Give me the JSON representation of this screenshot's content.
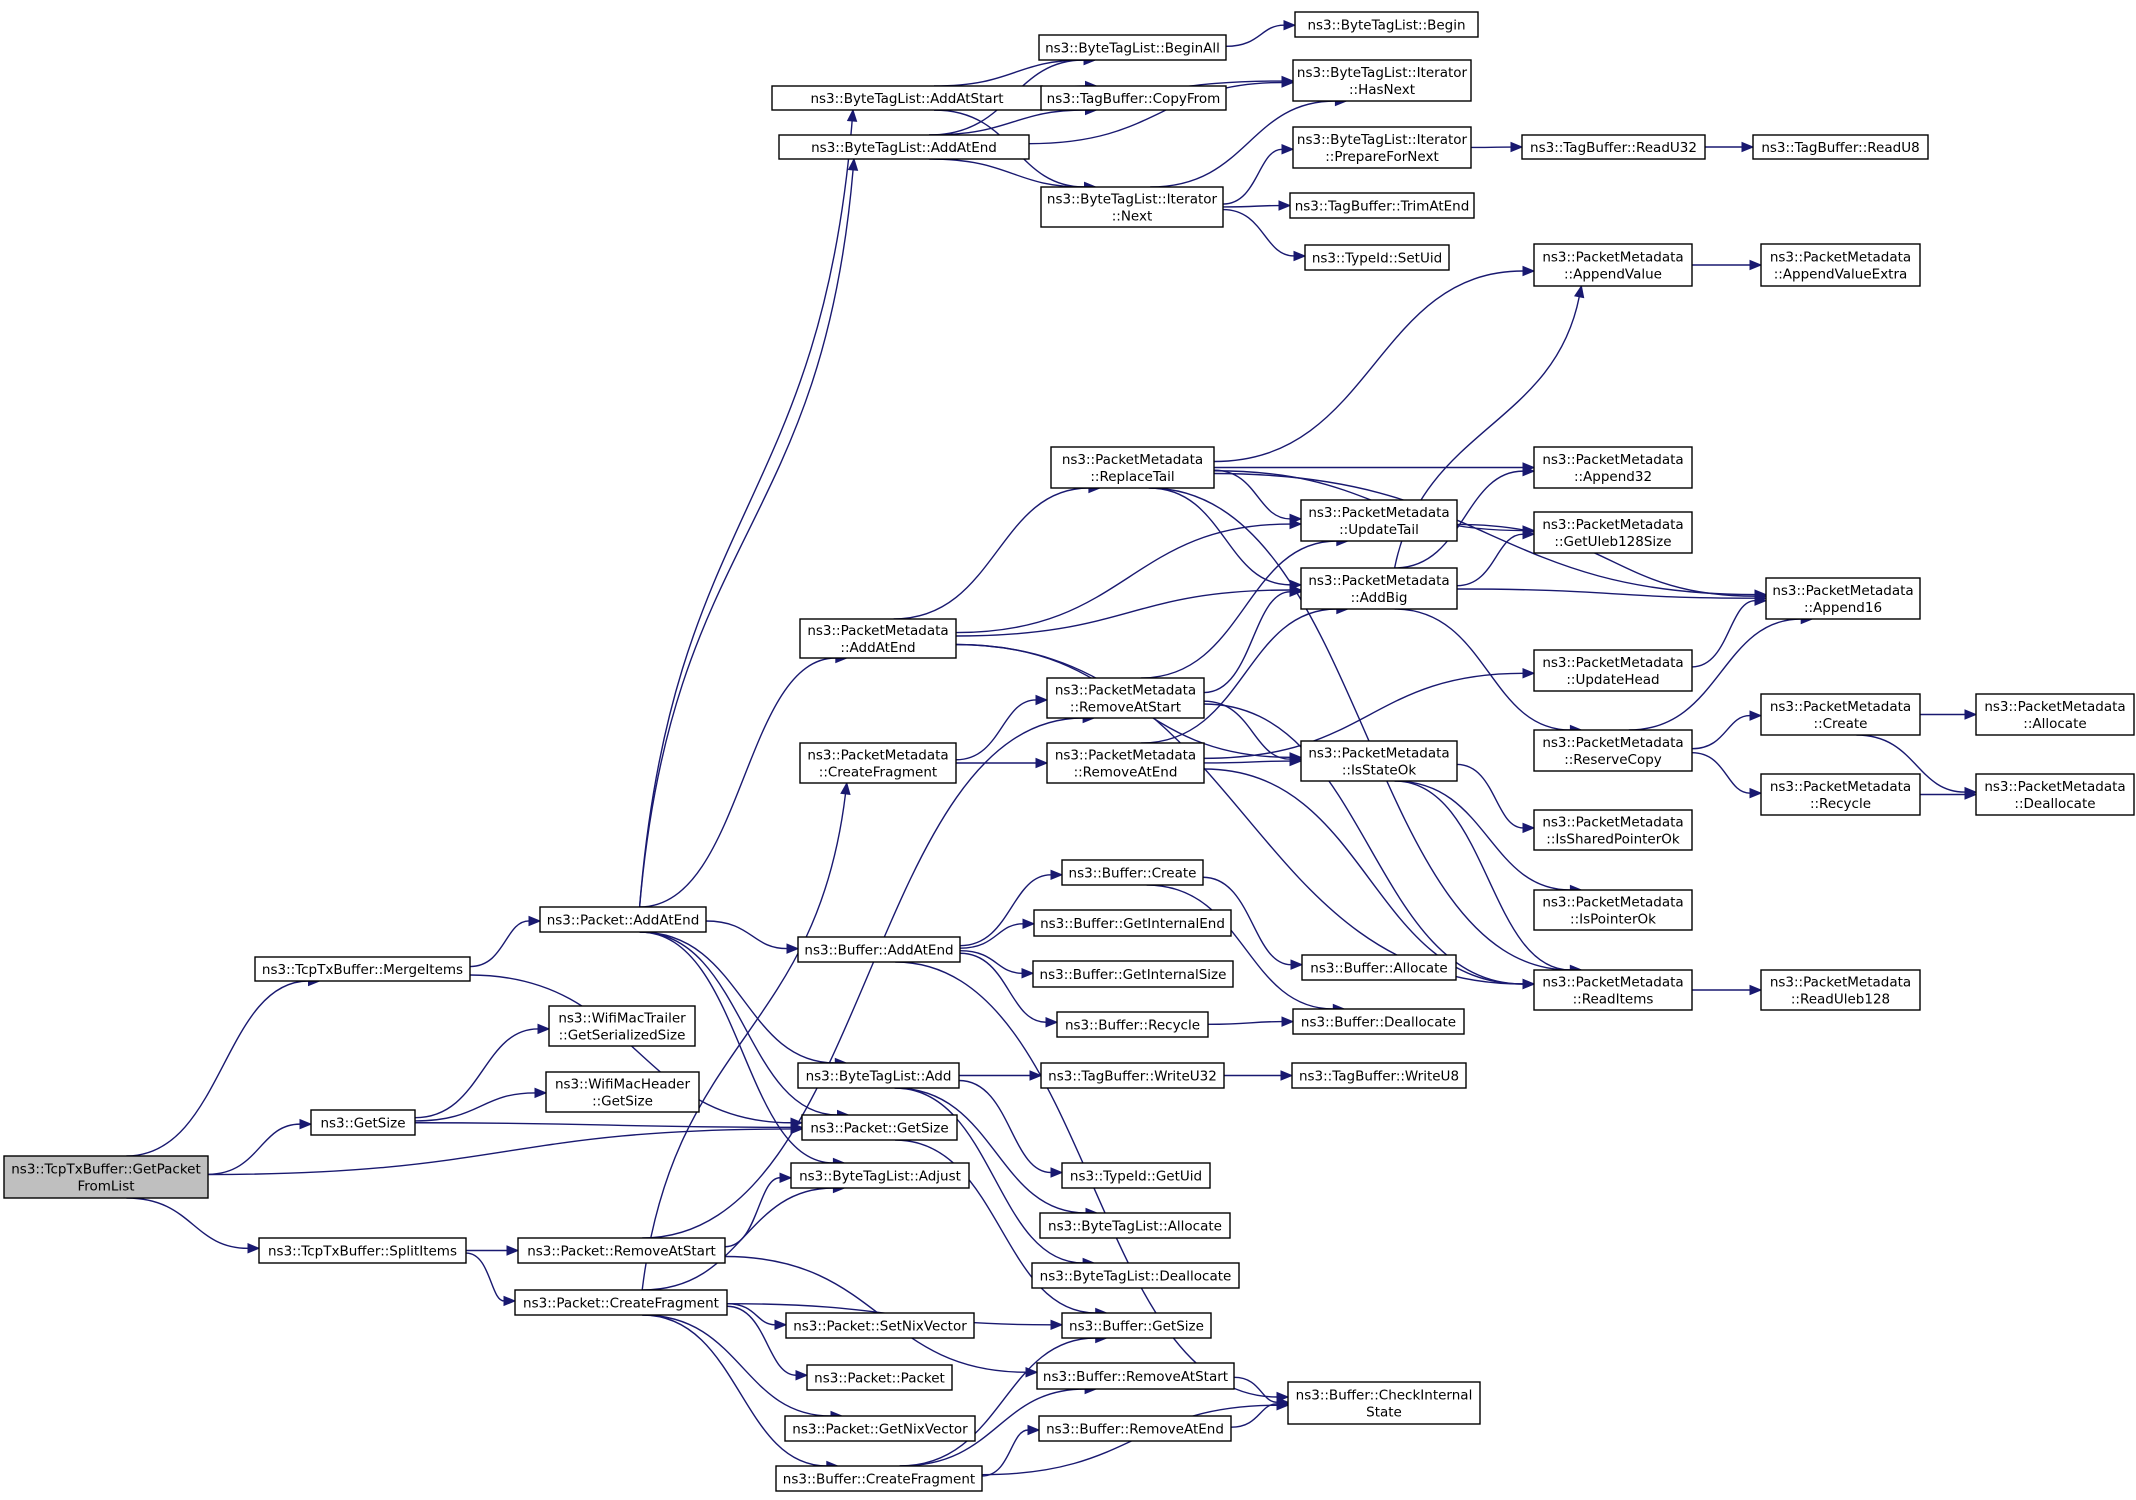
{
  "graph": {
    "title": "Call graph of ns3::TcpTxBuffer::GetPacketFromList",
    "edge_color": "#191970",
    "root_fill": "#bfbfbf",
    "node_fill": "#ffffff",
    "root": "GetPacketFromList",
    "nodes": [
      {
        "id": "GetPacketFromList",
        "lines": [
          "ns3::TcpTxBuffer::GetPacket",
          "FromList"
        ]
      },
      {
        "id": "MergeItems",
        "lines": [
          "ns3::TcpTxBuffer::MergeItems"
        ]
      },
      {
        "id": "nsGetSize",
        "lines": [
          "ns3::GetSize"
        ]
      },
      {
        "id": "SplitItems",
        "lines": [
          "ns3::TcpTxBuffer::SplitItems"
        ]
      },
      {
        "id": "PacketAddAtEnd",
        "lines": [
          "ns3::Packet::AddAtEnd"
        ]
      },
      {
        "id": "WifiMacTrailerGetSerializedSize",
        "lines": [
          "ns3::WifiMacTrailer",
          "::GetSerializedSize"
        ]
      },
      {
        "id": "WifiMacHeaderGetSize",
        "lines": [
          "ns3::WifiMacHeader",
          "::GetSize"
        ]
      },
      {
        "id": "PacketRemoveAtStart",
        "lines": [
          "ns3::Packet::RemoveAtStart"
        ]
      },
      {
        "id": "PacketCreateFragment",
        "lines": [
          "ns3::Packet::CreateFragment"
        ]
      },
      {
        "id": "BTLAddAtStart",
        "lines": [
          "ns3::ByteTagList::AddAtStart"
        ]
      },
      {
        "id": "BTLAddAtEnd",
        "lines": [
          "ns3::ByteTagList::AddAtEnd"
        ]
      },
      {
        "id": "BTLBeginAll",
        "lines": [
          "ns3::ByteTagList::BeginAll"
        ]
      },
      {
        "id": "TBCopyFrom",
        "lines": [
          "ns3::TagBuffer::CopyFrom"
        ]
      },
      {
        "id": "BTLIterNext",
        "lines": [
          "ns3::ByteTagList::Iterator",
          "::Next"
        ]
      },
      {
        "id": "BTLBegin",
        "lines": [
          "ns3::ByteTagList::Begin"
        ]
      },
      {
        "id": "BTLIterHasNext",
        "lines": [
          "ns3::ByteTagList::Iterator",
          "::HasNext"
        ]
      },
      {
        "id": "BTLIterPrepareForNext",
        "lines": [
          "ns3::ByteTagList::Iterator",
          "::PrepareForNext"
        ]
      },
      {
        "id": "TBTrimAtEnd",
        "lines": [
          "ns3::TagBuffer::TrimAtEnd"
        ]
      },
      {
        "id": "TypeIdSetUid",
        "lines": [
          "ns3::TypeId::SetUid"
        ]
      },
      {
        "id": "TBReadU32",
        "lines": [
          "ns3::TagBuffer::ReadU32"
        ]
      },
      {
        "id": "TBReadU8",
        "lines": [
          "ns3::TagBuffer::ReadU8"
        ]
      },
      {
        "id": "PMAppendValue",
        "lines": [
          "ns3::PacketMetadata",
          "::AppendValue"
        ]
      },
      {
        "id": "PMAppendValueExtra",
        "lines": [
          "ns3::PacketMetadata",
          "::AppendValueExtra"
        ]
      },
      {
        "id": "PMReplaceTail",
        "lines": [
          "ns3::PacketMetadata",
          "::ReplaceTail"
        ]
      },
      {
        "id": "PMAppend32",
        "lines": [
          "ns3::PacketMetadata",
          "::Append32"
        ]
      },
      {
        "id": "PMUpdateTail",
        "lines": [
          "ns3::PacketMetadata",
          "::UpdateTail"
        ]
      },
      {
        "id": "PMGetUleb128Size",
        "lines": [
          "ns3::PacketMetadata",
          "::GetUleb128Size"
        ]
      },
      {
        "id": "PMAddBig",
        "lines": [
          "ns3::PacketMetadata",
          "::AddBig"
        ]
      },
      {
        "id": "PMAppend16",
        "lines": [
          "ns3::PacketMetadata",
          "::Append16"
        ]
      },
      {
        "id": "PMAddAtEnd",
        "lines": [
          "ns3::PacketMetadata",
          "::AddAtEnd"
        ]
      },
      {
        "id": "PMUpdateHead",
        "lines": [
          "ns3::PacketMetadata",
          "::UpdateHead"
        ]
      },
      {
        "id": "PMRemoveAtStart",
        "lines": [
          "ns3::PacketMetadata",
          "::RemoveAtStart"
        ]
      },
      {
        "id": "PMReserveCopy",
        "lines": [
          "ns3::PacketMetadata",
          "::ReserveCopy"
        ]
      },
      {
        "id": "PMCreate",
        "lines": [
          "ns3::PacketMetadata",
          "::Create"
        ]
      },
      {
        "id": "PMAllocate",
        "lines": [
          "ns3::PacketMetadata",
          "::Allocate"
        ]
      },
      {
        "id": "PMCreateFragment",
        "lines": [
          "ns3::PacketMetadata",
          "::CreateFragment"
        ]
      },
      {
        "id": "PMRemoveAtEnd",
        "lines": [
          "ns3::PacketMetadata",
          "::RemoveAtEnd"
        ]
      },
      {
        "id": "PMIsStateOk",
        "lines": [
          "ns3::PacketMetadata",
          "::IsStateOk"
        ]
      },
      {
        "id": "PMRecycle",
        "lines": [
          "ns3::PacketMetadata",
          "::Recycle"
        ]
      },
      {
        "id": "PMDeallocate",
        "lines": [
          "ns3::PacketMetadata",
          "::Deallocate"
        ]
      },
      {
        "id": "PMIsSharedPointerOk",
        "lines": [
          "ns3::PacketMetadata",
          "::IsSharedPointerOk"
        ]
      },
      {
        "id": "PMIsPointerOk",
        "lines": [
          "ns3::PacketMetadata",
          "::IsPointerOk"
        ]
      },
      {
        "id": "PMReadItems",
        "lines": [
          "ns3::PacketMetadata",
          "::ReadItems"
        ]
      },
      {
        "id": "PMReadUleb128",
        "lines": [
          "ns3::PacketMetadata",
          "::ReadUleb128"
        ]
      },
      {
        "id": "BufCreate",
        "lines": [
          "ns3::Buffer::Create"
        ]
      },
      {
        "id": "BufAddAtEnd",
        "lines": [
          "ns3::Buffer::AddAtEnd"
        ]
      },
      {
        "id": "BufGetInternalEnd",
        "lines": [
          "ns3::Buffer::GetInternalEnd"
        ]
      },
      {
        "id": "BufGetInternalSize",
        "lines": [
          "ns3::Buffer::GetInternalSize"
        ]
      },
      {
        "id": "BufAllocate",
        "lines": [
          "ns3::Buffer::Allocate"
        ]
      },
      {
        "id": "BufRecycle",
        "lines": [
          "ns3::Buffer::Recycle"
        ]
      },
      {
        "id": "BufDeallocate",
        "lines": [
          "ns3::Buffer::Deallocate"
        ]
      },
      {
        "id": "BTLAdd",
        "lines": [
          "ns3::ByteTagList::Add"
        ]
      },
      {
        "id": "TBWriteU32",
        "lines": [
          "ns3::TagBuffer::WriteU32"
        ]
      },
      {
        "id": "TBWriteU8",
        "lines": [
          "ns3::TagBuffer::WriteU8"
        ]
      },
      {
        "id": "PacketGetSize",
        "lines": [
          "ns3::Packet::GetSize"
        ]
      },
      {
        "id": "BTLAdjust",
        "lines": [
          "ns3::ByteTagList::Adjust"
        ]
      },
      {
        "id": "TypeIdGetUid",
        "lines": [
          "ns3::TypeId::GetUid"
        ]
      },
      {
        "id": "BTLAllocate",
        "lines": [
          "ns3::ByteTagList::Allocate"
        ]
      },
      {
        "id": "BTLDeallocate",
        "lines": [
          "ns3::ByteTagList::Deallocate"
        ]
      },
      {
        "id": "PacketSetNixVector",
        "lines": [
          "ns3::Packet::SetNixVector"
        ]
      },
      {
        "id": "BufGetSize",
        "lines": [
          "ns3::Buffer::GetSize"
        ]
      },
      {
        "id": "PacketPacket",
        "lines": [
          "ns3::Packet::Packet"
        ]
      },
      {
        "id": "BufRemoveAtStart",
        "lines": [
          "ns3::Buffer::RemoveAtStart"
        ]
      },
      {
        "id": "BufCheckInternalState",
        "lines": [
          "ns3::Buffer::CheckInternal",
          "State"
        ]
      },
      {
        "id": "PacketGetNixVector",
        "lines": [
          "ns3::Packet::GetNixVector"
        ]
      },
      {
        "id": "BufRemoveAtEnd",
        "lines": [
          "ns3::Buffer::RemoveAtEnd"
        ]
      },
      {
        "id": "BufCreateFragment",
        "lines": [
          "ns3::Buffer::CreateFragment"
        ]
      }
    ],
    "edges": [
      [
        "GetPacketFromList",
        "MergeItems"
      ],
      [
        "GetPacketFromList",
        "nsGetSize"
      ],
      [
        "GetPacketFromList",
        "PacketGetSize"
      ],
      [
        "GetPacketFromList",
        "SplitItems"
      ],
      [
        "MergeItems",
        "PacketAddAtEnd"
      ],
      [
        "MergeItems",
        "PacketGetSize"
      ],
      [
        "nsGetSize",
        "WifiMacTrailerGetSerializedSize"
      ],
      [
        "nsGetSize",
        "WifiMacHeaderGetSize"
      ],
      [
        "nsGetSize",
        "PacketGetSize"
      ],
      [
        "SplitItems",
        "PacketRemoveAtStart"
      ],
      [
        "SplitItems",
        "PacketCreateFragment"
      ],
      [
        "PacketAddAtEnd",
        "BTLAddAtStart"
      ],
      [
        "PacketAddAtEnd",
        "BTLAddAtEnd"
      ],
      [
        "PacketAddAtEnd",
        "PMAddAtEnd"
      ],
      [
        "PacketAddAtEnd",
        "BufAddAtEnd"
      ],
      [
        "PacketAddAtEnd",
        "BTLAdd"
      ],
      [
        "PacketAddAtEnd",
        "PacketGetSize"
      ],
      [
        "PacketAddAtEnd",
        "BTLAdjust"
      ],
      [
        "BTLAddAtStart",
        "BTLBeginAll"
      ],
      [
        "BTLAddAtStart",
        "TBCopyFrom"
      ],
      [
        "BTLAddAtStart",
        "BTLIterHasNext"
      ],
      [
        "BTLAddAtStart",
        "BTLIterNext"
      ],
      [
        "BTLAddAtEnd",
        "BTLBeginAll"
      ],
      [
        "BTLAddAtEnd",
        "TBCopyFrom"
      ],
      [
        "BTLAddAtEnd",
        "BTLIterHasNext"
      ],
      [
        "BTLAddAtEnd",
        "BTLIterNext"
      ],
      [
        "BTLBeginAll",
        "BTLBegin"
      ],
      [
        "BTLIterNext",
        "BTLIterHasNext"
      ],
      [
        "BTLIterNext",
        "BTLIterPrepareForNext"
      ],
      [
        "BTLIterNext",
        "TBTrimAtEnd"
      ],
      [
        "BTLIterNext",
        "TypeIdSetUid"
      ],
      [
        "BTLIterPrepareForNext",
        "TBReadU32"
      ],
      [
        "TBReadU32",
        "TBReadU8"
      ],
      [
        "PMAppendValue",
        "PMAppendValueExtra"
      ],
      [
        "PMReplaceTail",
        "PMAppendValue"
      ],
      [
        "PMReplaceTail",
        "PMAppend16"
      ],
      [
        "PMReplaceTail",
        "PMAppend32"
      ],
      [
        "PMReplaceTail",
        "PMGetUleb128Size"
      ],
      [
        "PMReplaceTail",
        "PMUpdateTail"
      ],
      [
        "PMReplaceTail",
        "PMAddBig"
      ],
      [
        "PMReplaceTail",
        "PMReadItems"
      ],
      [
        "PMUpdateTail",
        "PMAppend16"
      ],
      [
        "PMAddBig",
        "PMAppendValue"
      ],
      [
        "PMAddBig",
        "PMAppend32"
      ],
      [
        "PMAddBig",
        "PMGetUleb128Size"
      ],
      [
        "PMAddBig",
        "PMAppend16"
      ],
      [
        "PMAddBig",
        "PMReserveCopy"
      ],
      [
        "PMAddAtEnd",
        "PMReplaceTail"
      ],
      [
        "PMAddAtEnd",
        "PMUpdateTail"
      ],
      [
        "PMAddAtEnd",
        "PMAddBig"
      ],
      [
        "PMAddAtEnd",
        "PMIsStateOk"
      ],
      [
        "PMAddAtEnd",
        "PMReadItems"
      ],
      [
        "PMUpdateHead",
        "PMAppend16"
      ],
      [
        "PMRemoveAtStart",
        "PMUpdateTail"
      ],
      [
        "PMRemoveAtStart",
        "PMAddBig"
      ],
      [
        "PMRemoveAtStart",
        "PMIsStateOk"
      ],
      [
        "PMRemoveAtStart",
        "PMReadItems"
      ],
      [
        "PMReserveCopy",
        "PMAppend16"
      ],
      [
        "PMReserveCopy",
        "PMCreate"
      ],
      [
        "PMReserveCopy",
        "PMRecycle"
      ],
      [
        "PMCreate",
        "PMAllocate"
      ],
      [
        "PMCreate",
        "PMDeallocate"
      ],
      [
        "PMRecycle",
        "PMDeallocate"
      ],
      [
        "PMCreateFragment",
        "PMRemoveAtStart"
      ],
      [
        "PMCreateFragment",
        "PMRemoveAtEnd"
      ],
      [
        "PMRemoveAtEnd",
        "PMAddBig"
      ],
      [
        "PMRemoveAtEnd",
        "PMUpdateHead"
      ],
      [
        "PMRemoveAtEnd",
        "PMIsStateOk"
      ],
      [
        "PMRemoveAtEnd",
        "PMReadItems"
      ],
      [
        "PMIsStateOk",
        "PMIsSharedPointerOk"
      ],
      [
        "PMIsStateOk",
        "PMIsPointerOk"
      ],
      [
        "PMIsStateOk",
        "PMReadItems"
      ],
      [
        "PMReadItems",
        "PMReadUleb128"
      ],
      [
        "BufAddAtEnd",
        "BufCreate"
      ],
      [
        "BufAddAtEnd",
        "BufGetInternalEnd"
      ],
      [
        "BufAddAtEnd",
        "BufGetInternalSize"
      ],
      [
        "BufAddAtEnd",
        "BufRecycle"
      ],
      [
        "BufAddAtEnd",
        "BufCheckInternalState"
      ],
      [
        "BufCreate",
        "BufAllocate"
      ],
      [
        "BufCreate",
        "BufDeallocate"
      ],
      [
        "BufRecycle",
        "BufDeallocate"
      ],
      [
        "BTLAdd",
        "TBWriteU32"
      ],
      [
        "BTLAdd",
        "TypeIdGetUid"
      ],
      [
        "BTLAdd",
        "BTLAllocate"
      ],
      [
        "BTLAdd",
        "BTLDeallocate"
      ],
      [
        "TBWriteU32",
        "TBWriteU8"
      ],
      [
        "PacketGetSize",
        "BufGetSize"
      ],
      [
        "PacketRemoveAtStart",
        "PMRemoveAtStart"
      ],
      [
        "PacketRemoveAtStart",
        "BTLAdjust"
      ],
      [
        "PacketRemoveAtStart",
        "BufRemoveAtStart"
      ],
      [
        "PacketCreateFragment",
        "PMCreateFragment"
      ],
      [
        "PacketCreateFragment",
        "BTLAdjust"
      ],
      [
        "PacketCreateFragment",
        "PacketSetNixVector"
      ],
      [
        "PacketCreateFragment",
        "BufGetSize"
      ],
      [
        "PacketCreateFragment",
        "PacketPacket"
      ],
      [
        "PacketCreateFragment",
        "PacketGetNixVector"
      ],
      [
        "PacketCreateFragment",
        "BufCreateFragment"
      ],
      [
        "BufRemoveAtStart",
        "BufCheckInternalState"
      ],
      [
        "BufRemoveAtEnd",
        "BufCheckInternalState"
      ],
      [
        "BufCreateFragment",
        "BufGetSize"
      ],
      [
        "BufCreateFragment",
        "BufRemoveAtStart"
      ],
      [
        "BufCreateFragment",
        "BufRemoveAtEnd"
      ],
      [
        "BufCreateFragment",
        "BufCheckInternalState"
      ]
    ]
  }
}
